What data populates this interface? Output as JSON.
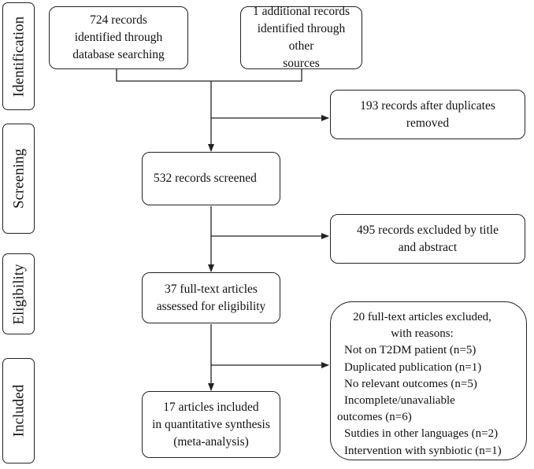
{
  "stages": [
    {
      "id": "identification",
      "label": "Identification"
    },
    {
      "id": "screening",
      "label": "Screening"
    },
    {
      "id": "eligibility",
      "label": "Eligibility"
    },
    {
      "id": "included",
      "label": "Included"
    }
  ],
  "boxes": {
    "database_records": "724  records\nidentified through\ndatabase searching",
    "other_records": "1  additional records\nidentified through other\nsources",
    "after_duplicates": "193  records after duplicates\nremoved",
    "screened": "532  records screened",
    "excluded_title": "495  records excluded by title\nand abstract",
    "fulltext_assessed": "37  full-text articles\nassessed  for eligibility",
    "included": "17  articles included\nin quantitative synthesis\n(meta-analysis)"
  },
  "exclusion": {
    "header": "20  full-text articles excluded,\nwith reasons:",
    "reasons": [
      "Not on T2DM patient (n=5)",
      "Duplicated publication (n=1)",
      "No relevant outcomes (n=5)",
      "Incomplete/unavaliable",
      "outcomes (n=6)",
      "Sutdies in other languages (n=2)",
      "Intervention with synbiotic (n=1)"
    ]
  }
}
